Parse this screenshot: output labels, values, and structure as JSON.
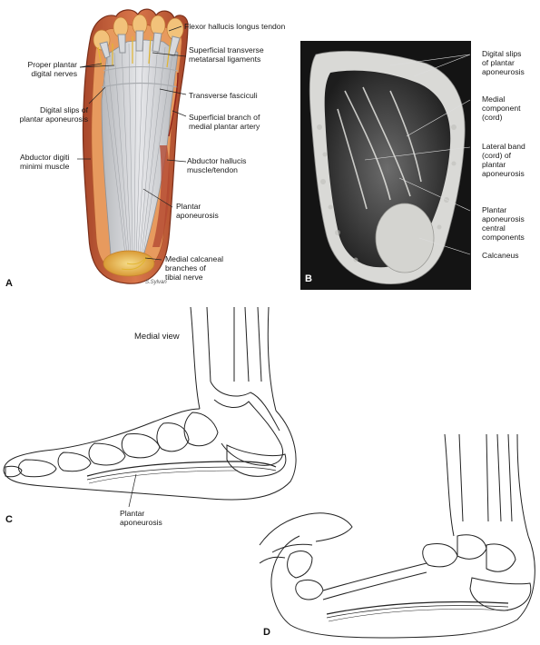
{
  "panels": {
    "a": {
      "letter": "A",
      "signature": "S.Sylvan",
      "labels": {
        "flexor_hallucis_longus_tendon": "Flexor hallucis longus tendon",
        "superficial_transverse_metatarsal_ligaments_1": "Superficial transverse",
        "superficial_transverse_metatarsal_ligaments_2": "metatarsal ligaments",
        "proper_plantar_digital_nerves_1": "Proper plantar",
        "proper_plantar_digital_nerves_2": "digital nerves",
        "transverse_fasciculi": "Transverse fasciculi",
        "digital_slips_plantar_aponeurosis_1": "Digital slips of",
        "digital_slips_plantar_aponeurosis_2": "plantar aponeurosis",
        "superficial_branch_medial_plantar_artery_1": "Superficial branch of",
        "superficial_branch_medial_plantar_artery_2": "medial plantar artery",
        "abductor_digiti_minimi_1": "Abductor digiti",
        "abductor_digiti_minimi_2": "minimi muscle",
        "abductor_hallucis_1": "Abductor hallucis",
        "abductor_hallucis_2": "muscle/tendon",
        "plantar_aponeurosis_1": "Plantar",
        "plantar_aponeurosis_2": "aponeurosis",
        "medial_calcaneal_branches_1": "Medial calcaneal",
        "medial_calcaneal_branches_2": "branches of",
        "medial_calcaneal_branches_3": "tibial nerve"
      }
    },
    "b": {
      "letter": "B",
      "labels": {
        "digital_slips_1": "Digital slips",
        "digital_slips_2": "of plantar",
        "digital_slips_3": "aponeurosis",
        "medial_component_1": "Medial",
        "medial_component_2": "component",
        "medial_component_3": "(cord)",
        "lateral_band_1": "Lateral band",
        "lateral_band_2": "(cord) of",
        "lateral_band_3": "plantar",
        "lateral_band_4": "aponeurosis",
        "central_components_1": "Plantar",
        "central_components_2": "aponeurosis",
        "central_components_3": "central",
        "central_components_4": "components",
        "calcaneus": "Calcaneus"
      }
    },
    "c": {
      "letter": "C",
      "labels": {
        "medial_view": "Medial view",
        "plantar_aponeurosis_1": "Plantar",
        "plantar_aponeurosis_2": "aponeurosis"
      }
    },
    "d": {
      "letter": "D"
    }
  },
  "colors": {
    "skin_outer": "#b5502f",
    "skin_inner": "#e07a4f",
    "fascia_gray": "#c9cbcf",
    "fat_yellow": "#e8b54a",
    "mri_dark": "#1e1e1e",
    "line": "#222222"
  }
}
